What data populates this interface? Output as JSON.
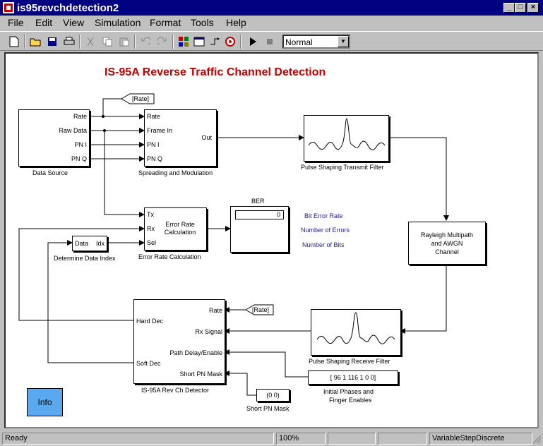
{
  "window": {
    "title": "is95revchdetection2"
  },
  "menu": [
    "File",
    "Edit",
    "View",
    "Simulation",
    "Format",
    "Tools",
    "Help"
  ],
  "toolbar": {
    "mode": "Normal"
  },
  "model": {
    "title": "IS-95A Reverse Traffic Channel Detection",
    "goto_tag": "[Rate]",
    "from_tag": "[Rate]",
    "data_source": {
      "name": "Data Source",
      "ports": [
        "Rate",
        "Raw Data",
        "PN I",
        "PN Q"
      ]
    },
    "spreading": {
      "name": "Spreading and Modulation",
      "in_ports": [
        "Rate",
        "Frame In",
        "PN I",
        "PN Q"
      ],
      "out_port": "Out"
    },
    "tx_filter": {
      "name": "Pulse Shaping Transmit Filter"
    },
    "channel": {
      "line1": "Rayleigh Multipath",
      "line2": "and  AWGN",
      "line3": "Channel"
    },
    "rx_filter": {
      "name": "Pulse Shaping Receive Filter"
    },
    "error_rate": {
      "name": "Error Rate Calculation",
      "inner1": "Error Rate",
      "inner2": "Calculation",
      "ports": [
        "Tx",
        "Rx",
        "Sel"
      ]
    },
    "ber": {
      "name": "BER",
      "value": "0"
    },
    "ber_labels": [
      "Bit Error Rate",
      "Number of Errors",
      "Number of Bits"
    ],
    "data_index": {
      "name": "Determine Data Index",
      "in": "Data",
      "out": "Idx"
    },
    "detector": {
      "name": "IS-95A Rev Ch Detector",
      "in_ports": [
        "Rate",
        "Rx Signal",
        "Path Delay/Enable",
        "Short PN Mask"
      ],
      "out_ports": [
        "Hard Dec",
        "Soft Dec"
      ]
    },
    "phases": {
      "value": "[ 96  1  116  1 0 0]",
      "line1": "Initial Phases and",
      "line2": "Finger Enables"
    },
    "pn_mask": {
      "value": "(0      0)",
      "name": "Short PN Mask"
    },
    "info": "Info"
  },
  "status": {
    "text": "Ready",
    "zoom": "100%",
    "solver": "VariableStepDiscrete"
  }
}
